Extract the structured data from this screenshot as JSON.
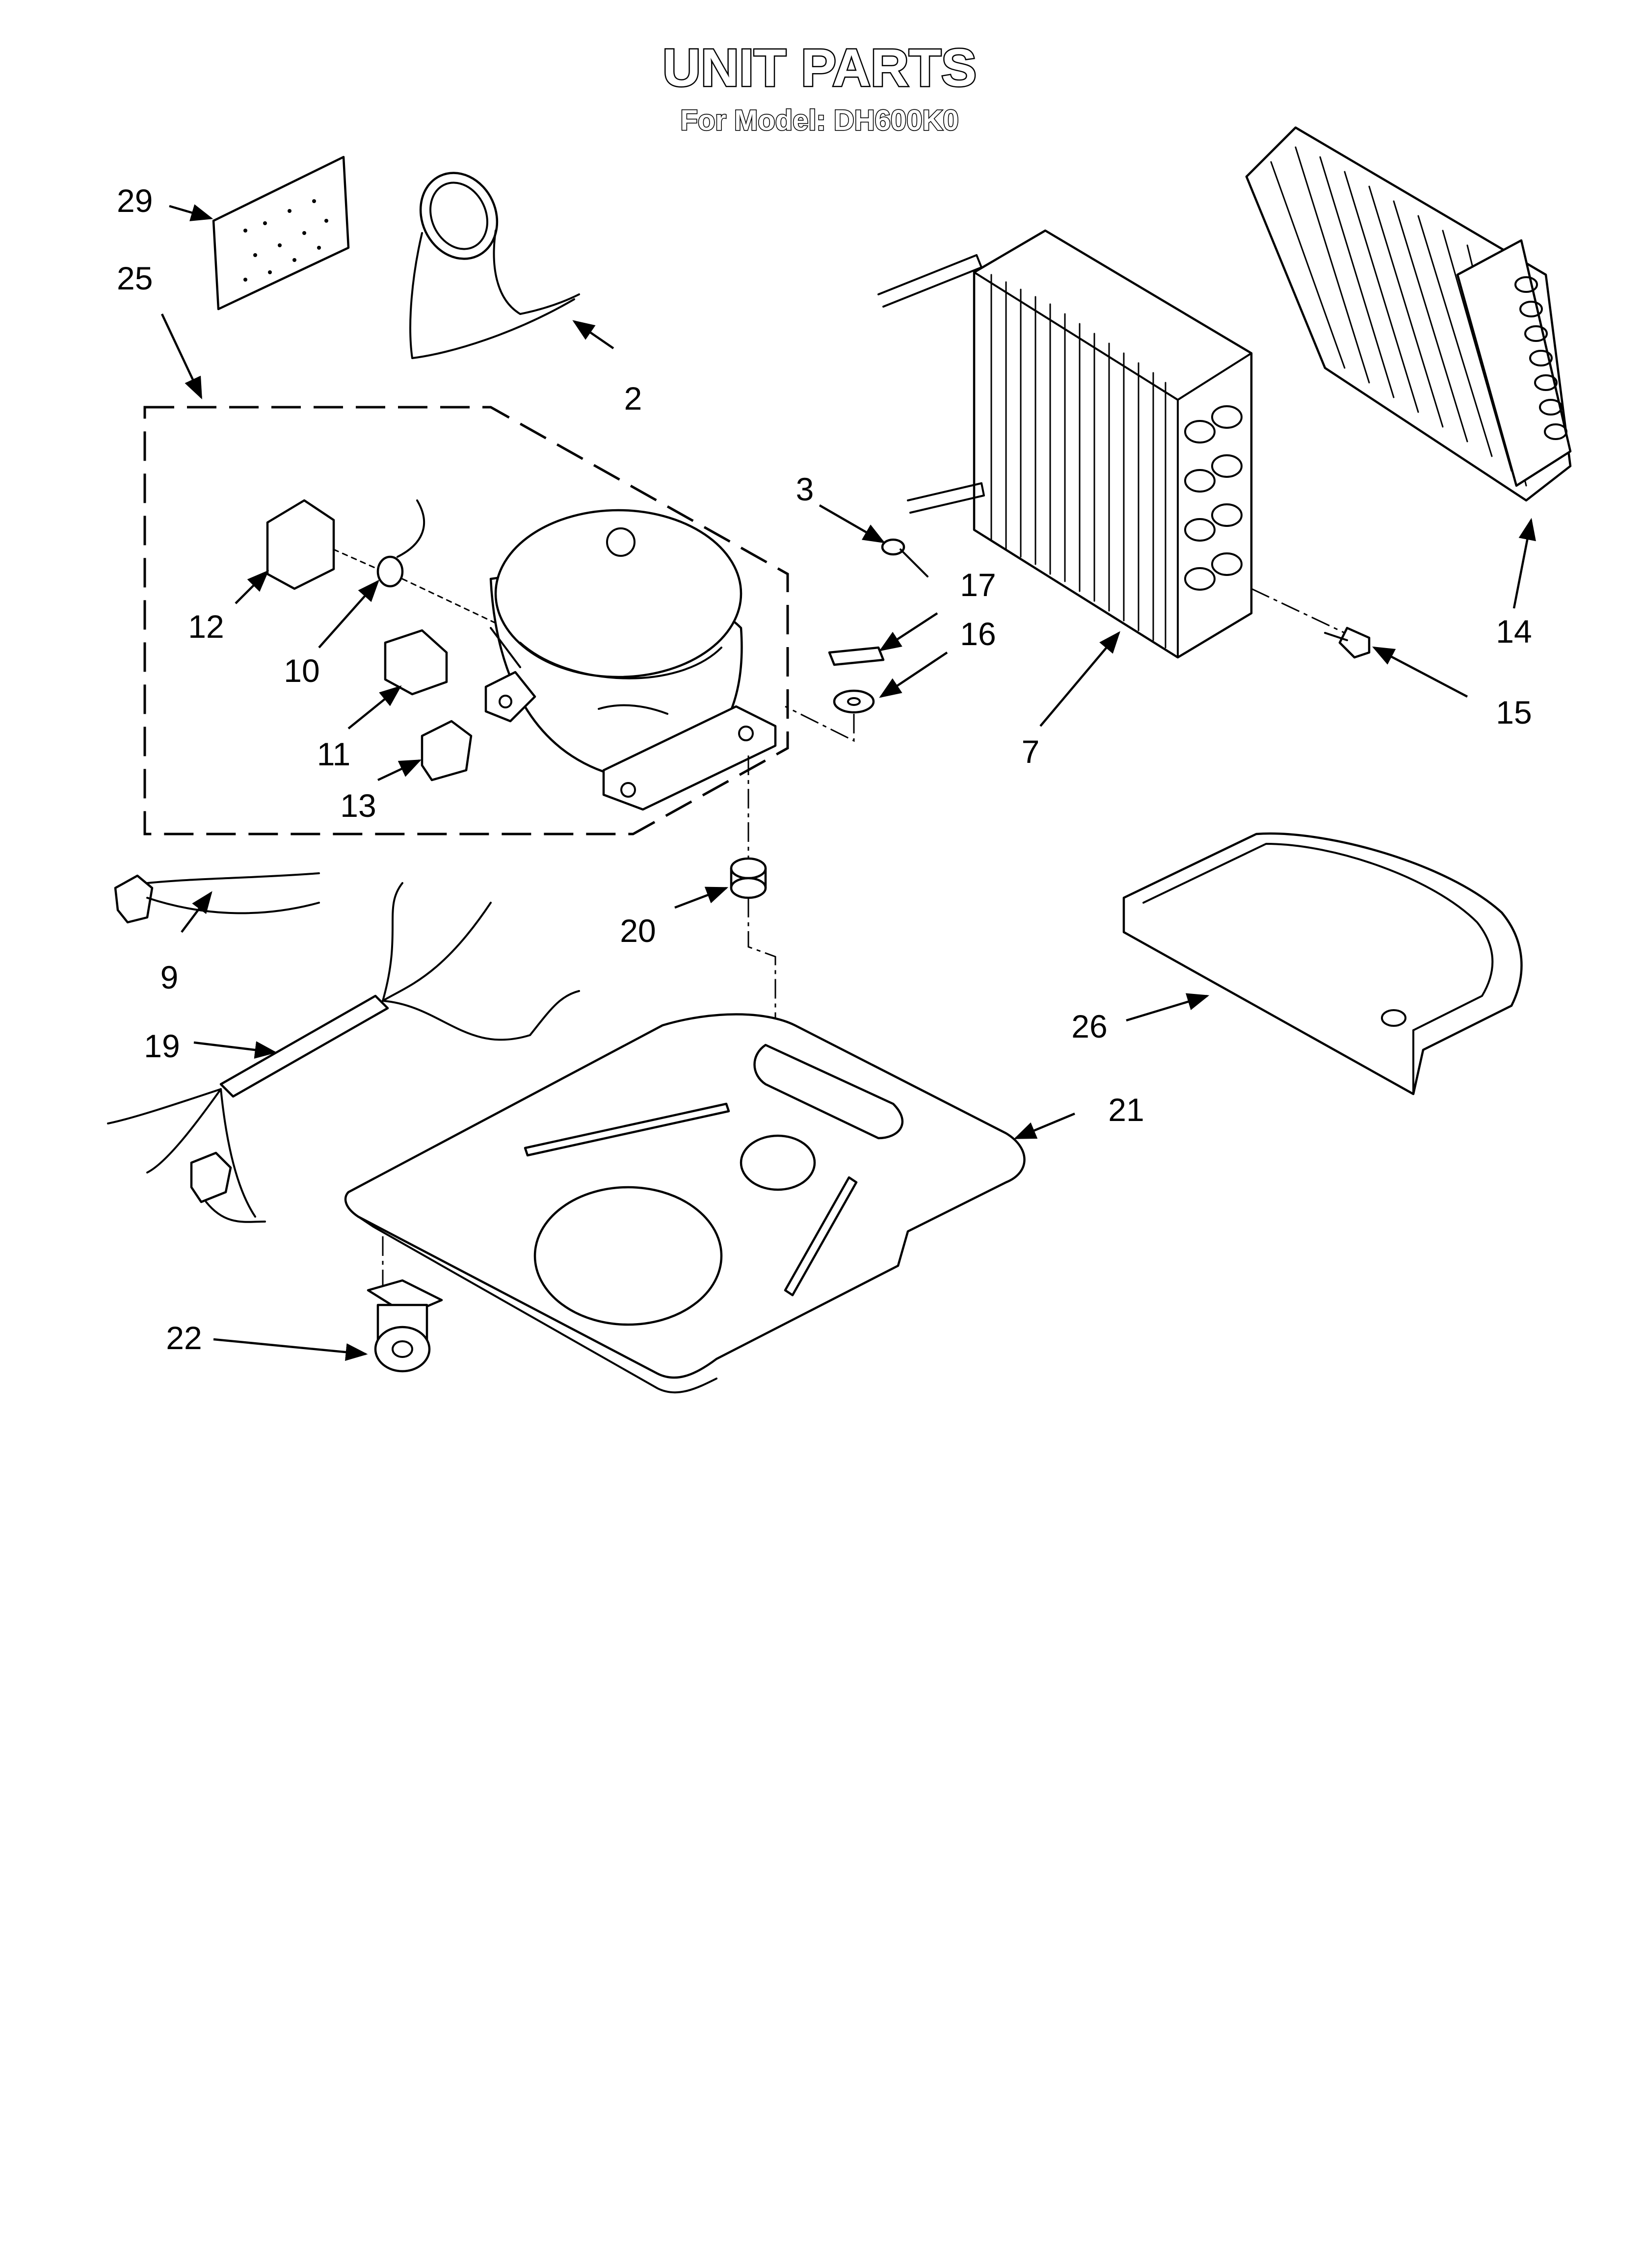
{
  "header": {
    "title": "UNIT PARTS",
    "subtitle": "For Model: DH600K0"
  },
  "callouts": [
    {
      "id": "c29",
      "label": "29"
    },
    {
      "id": "c25",
      "label": "25"
    },
    {
      "id": "c2",
      "label": "2"
    },
    {
      "id": "c3",
      "label": "3"
    },
    {
      "id": "c17",
      "label": "17"
    },
    {
      "id": "c16",
      "label": "16"
    },
    {
      "id": "c7",
      "label": "7"
    },
    {
      "id": "c14",
      "label": "14"
    },
    {
      "id": "c15",
      "label": "15"
    },
    {
      "id": "c12",
      "label": "12"
    },
    {
      "id": "c10",
      "label": "10"
    },
    {
      "id": "c11",
      "label": "11"
    },
    {
      "id": "c13",
      "label": "13"
    },
    {
      "id": "c9",
      "label": "9"
    },
    {
      "id": "c20",
      "label": "20"
    },
    {
      "id": "c19",
      "label": "19"
    },
    {
      "id": "c26",
      "label": "26"
    },
    {
      "id": "c21",
      "label": "21"
    },
    {
      "id": "c22",
      "label": "22"
    }
  ]
}
